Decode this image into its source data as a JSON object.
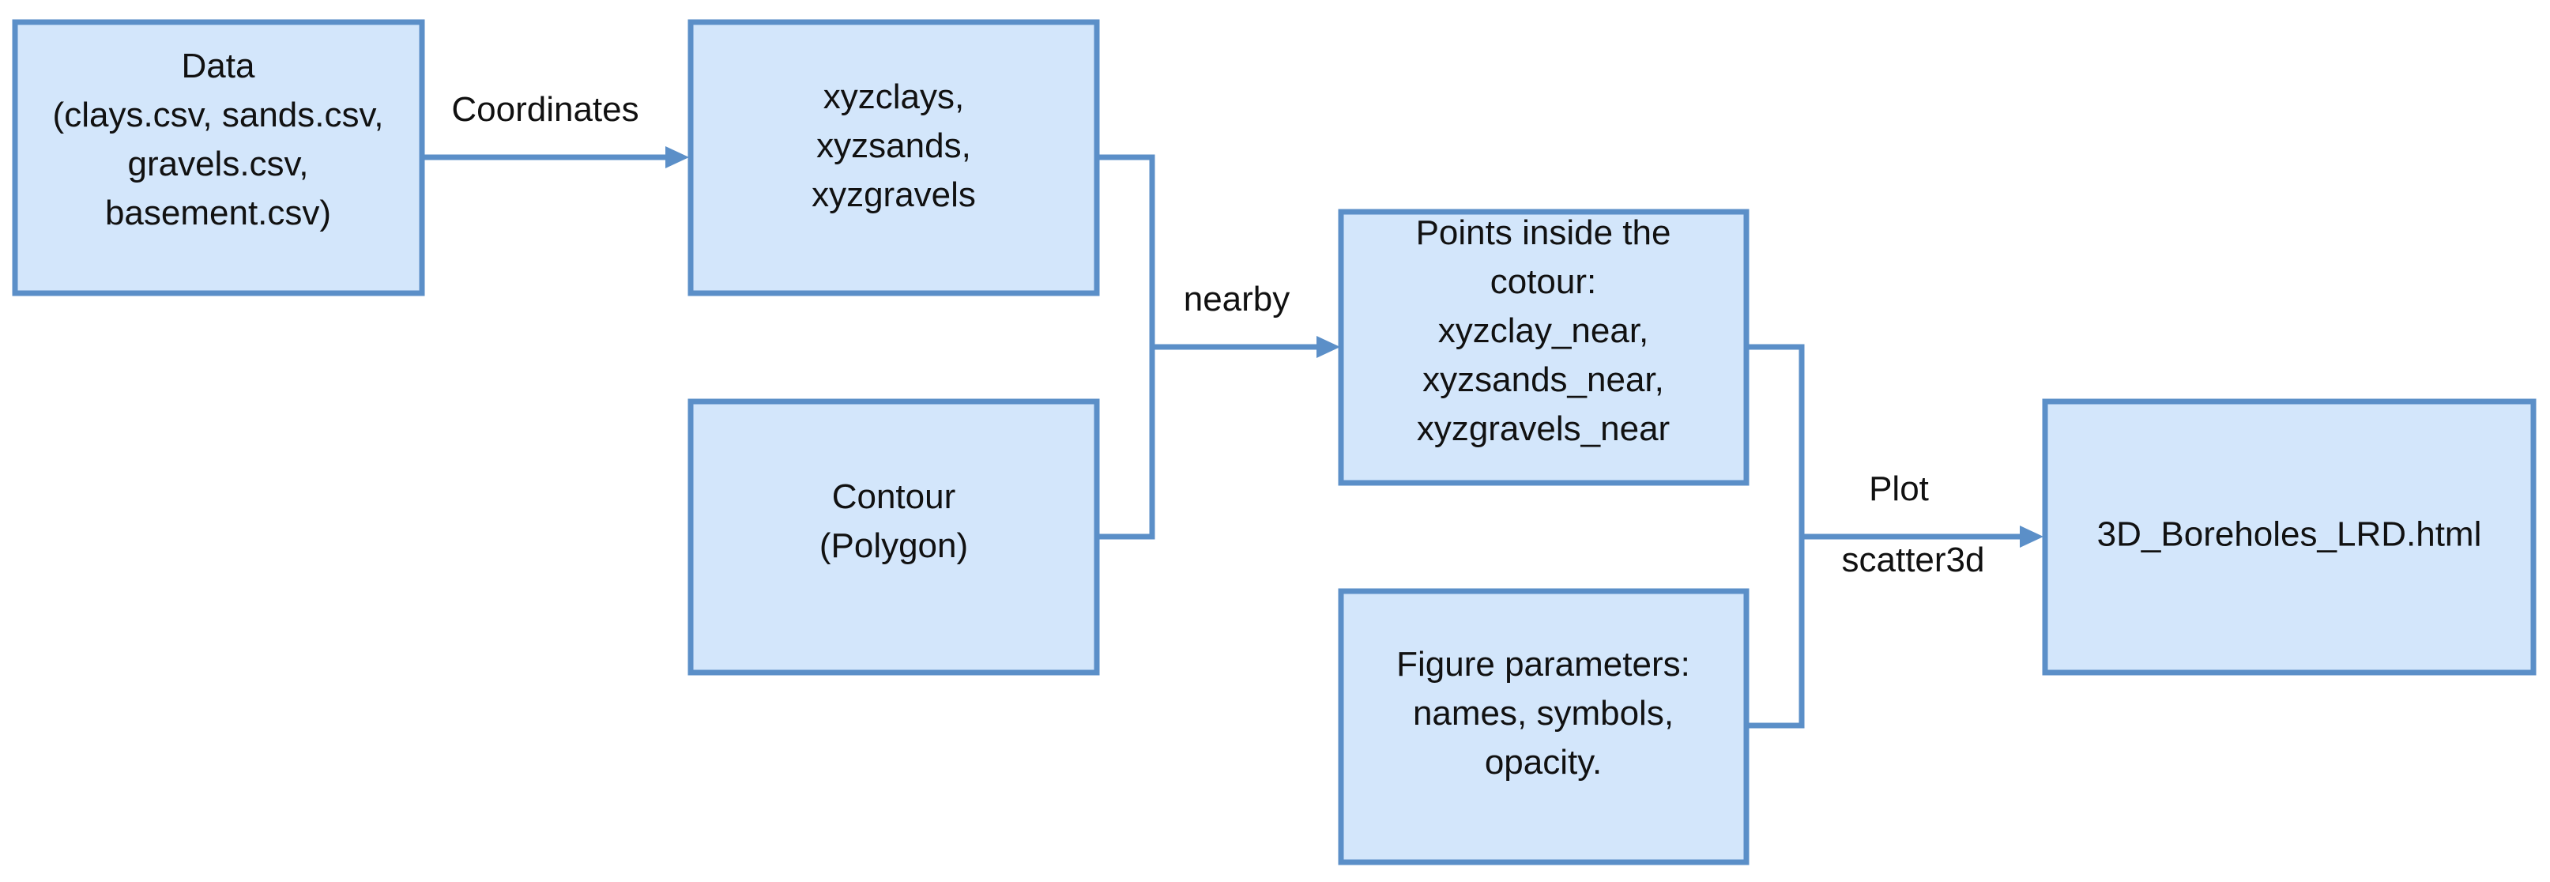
{
  "nodes": {
    "data": {
      "lines": [
        "Data",
        "(clays.csv, sands.csv,",
        "gravels.csv,",
        "basement.csv)"
      ]
    },
    "xyz": {
      "lines": [
        "xyzclays,",
        "xyzsands,",
        "xyzgravels"
      ]
    },
    "contour": {
      "lines": [
        "Contour",
        "(Polygon)"
      ]
    },
    "points": {
      "lines": [
        "Points inside the",
        "cotour:",
        "xyzclay_near,",
        "xyzsands_near,",
        "xyzgravels_near"
      ]
    },
    "figure": {
      "lines": [
        "Figure parameters:",
        "names, symbols,",
        "opacity."
      ]
    },
    "output": {
      "lines": [
        "3D_Boreholes_LRD.html"
      ]
    }
  },
  "edges": {
    "coordinates": "Coordinates",
    "nearby": "nearby",
    "plot": "Plot",
    "scatter3d": "scatter3d"
  },
  "colors": {
    "box_fill": "#d3e6fb",
    "box_stroke": "#5b8fc8",
    "text": "#111111"
  }
}
